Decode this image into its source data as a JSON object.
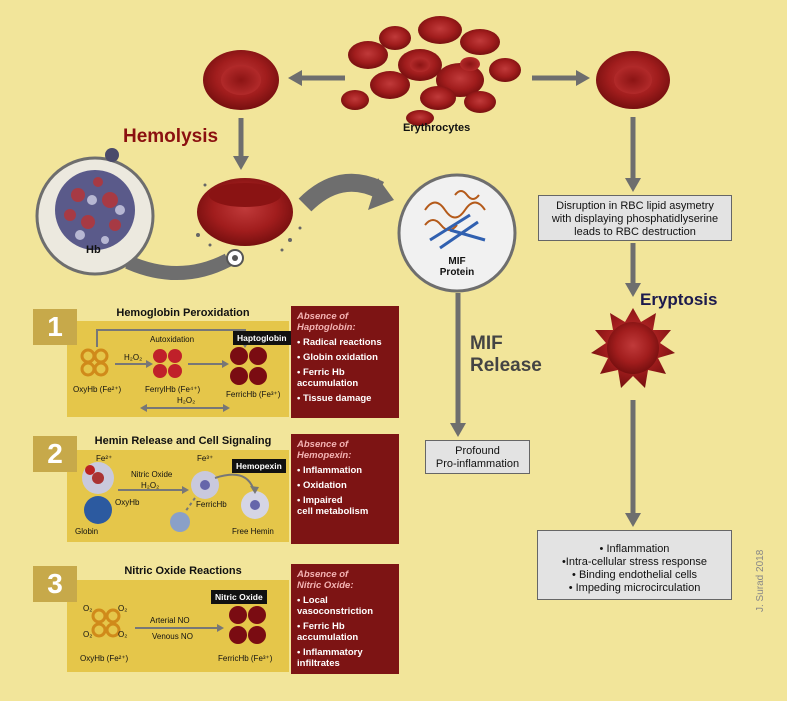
{
  "top": {
    "erythrocytes": "Erythrocytes",
    "hemolysis": "Hemolysis",
    "hb": "Hb",
    "mif_protein": "MIF\nProtein",
    "mif_release": "MIF\nRelease",
    "profound": "Profound\nPro-inflammation",
    "disruption": "Disruption in RBC lipid asymetry\nwith displaying phosphatidlyserine\nleads to RBC destruction",
    "eryptosis": "Eryptosis",
    "eryptosis_effects": [
      "• Inflammation",
      "•Intra-cellular stress response",
      "• Binding endothelial cells",
      "• Impeding microcirculation"
    ],
    "credit": "J. Surad 2018"
  },
  "panel1": {
    "number": "1",
    "title": "Hemoglobin Peroxidation",
    "autoxidation": "Autoxidation",
    "h2o2_a": "H₂O₂",
    "h2o2_b": "H₂O₂",
    "oxyhb": "OxyHb (Fe²⁺)",
    "ferrylhb": "FerrylHb (Fe⁴⁺)",
    "ferrichb": "FerricHb (Fe³⁺)",
    "label_box": "Haptoglobin",
    "absence_title": "Absence of\nHaptoglobin:",
    "effects": [
      "Radical reactions",
      "Globin oxidation",
      "Ferric Hb\naccumulation",
      "Tissue damage"
    ]
  },
  "panel2": {
    "number": "2",
    "title": "Hemin Release and Cell Signaling",
    "fe2": "Fe²⁺",
    "fe3": "Fe³⁺",
    "nitric_oxide": "Nitric Oxide",
    "h2o2": "H₂O₂",
    "oxyhb": "OxyHb",
    "ferrichb": "FerricHb",
    "globin": "Globin",
    "free_hemin": "Free Hemin",
    "label_box": "Hemopexin",
    "absence_title": "Absence of\nHemopexin:",
    "effects": [
      "Inflammation",
      "Oxidation",
      "Impaired\ncell metabolism"
    ]
  },
  "panel3": {
    "number": "3",
    "title": "Nitric Oxide Reactions",
    "o2": "O₂",
    "arterial": "Arterial NO",
    "venous": "Venous NO",
    "oxyhb": "OxyHb (Fe²⁺)",
    "ferrichb": "FerricHb (Fe³⁺)",
    "label_box": "Nitric Oxide",
    "absence_title": "Absence of\nNitric Oxide:",
    "effects": [
      "Local\nvasoconstriction",
      "Ferric Hb\naccumulation",
      "Inflammatory\ninfiltrates"
    ]
  },
  "colors": {
    "background": "#f2e59a",
    "dark_red": "#7d1414",
    "accent_text": "#8b1010",
    "eryptosis_text": "#1c1a4d",
    "inner_panel": "#e5c64a"
  }
}
